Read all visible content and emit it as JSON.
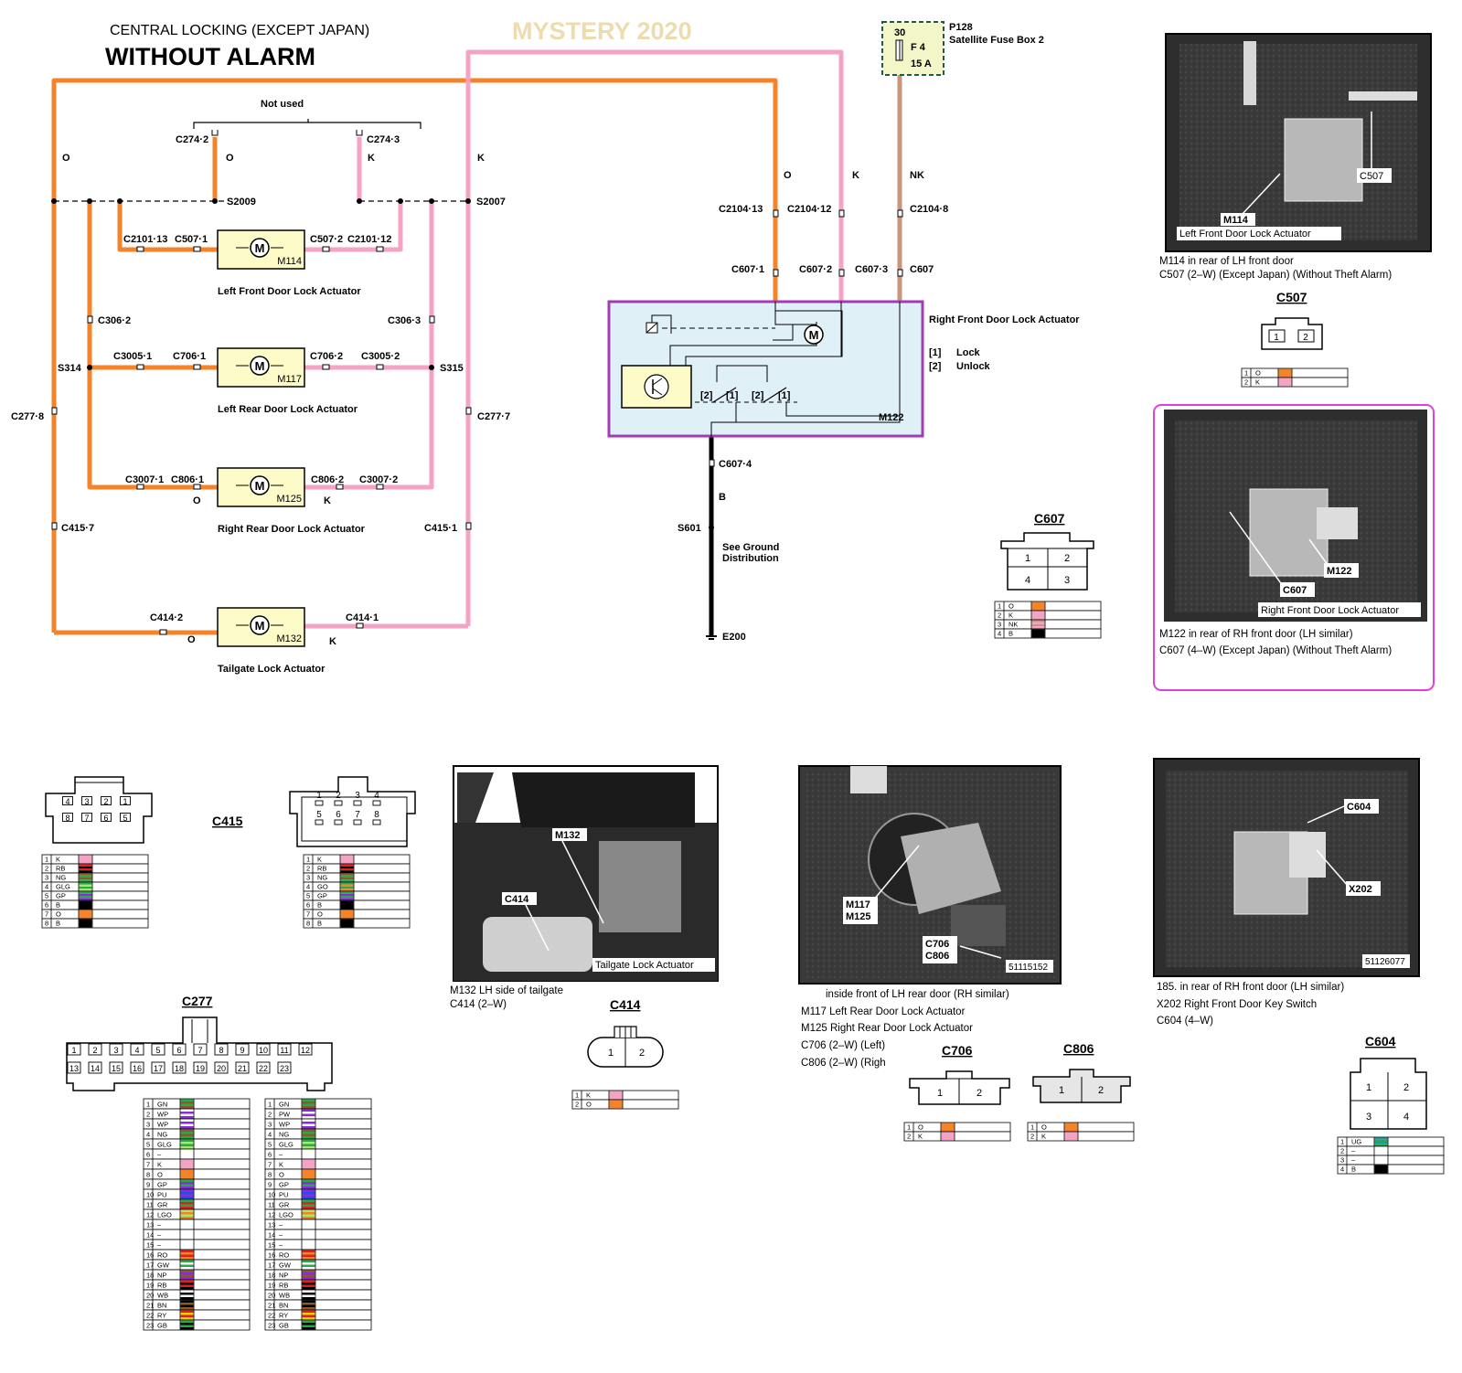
{
  "header": {
    "subtitle": "CENTRAL LOCKING (EXCEPT JAPAN)",
    "title": "WITHOUT ALARM",
    "watermark": "MYSTERY 2020"
  },
  "colors": {
    "O": "#f5832a",
    "K": "#f4a3c4",
    "NK": "#c9947a",
    "B": "#000000",
    "photo_frame_highlight": "#e040e0",
    "m122_fill": "#dff1f6",
    "m122_border": "#a23bb5",
    "actuator_fill": "#fdfbc8",
    "fuse_fill": "#f3f6c6",
    "fuse_border": "#1e5a52"
  },
  "wire_labels": {
    "o_left": "O",
    "k_left": "K",
    "o_top": "O",
    "k_top": "K",
    "nk": "NK",
    "o_c274": "O",
    "k_c274": "K",
    "o_m125": "O",
    "k_m125": "K",
    "o_m132": "O",
    "k_m132": "K",
    "b": "B"
  },
  "not_used": "Not used",
  "splices": {
    "s2009": "S2009",
    "s2007": "S2007",
    "s314": "S314",
    "s315": "S315",
    "s601": "S601"
  },
  "connectors_pins": {
    "c274_2": "C274·2",
    "c274_3": "C274·3",
    "c2101_13": "C2101·13",
    "c507_1": "C507·1",
    "c507_2": "C507·2",
    "c2101_12": "C2101·12",
    "c306_2": "C306·2",
    "c306_3": "C306·3",
    "c3005_1": "C3005·1",
    "c706_1": "C706·1",
    "c706_2": "C706·2",
    "c3005_2": "C3005·2",
    "c277_8": "C277·8",
    "c277_7": "C277·7",
    "c3007_1": "C3007·1",
    "c806_1": "C806·1",
    "c806_2": "C806·2",
    "c3007_2": "C3007·2",
    "c415_7": "C415·7",
    "c415_1": "C415·1",
    "c414_2": "C414·2",
    "c414_1": "C414·1",
    "c2104_13": "C2104·13",
    "c2104_12": "C2104·12",
    "c2104_8": "C2104·8",
    "c607_1": "C607·1",
    "c607_2": "C607·2",
    "c607_3": "C607·3",
    "c607": "C607",
    "c607_4": "C607·4"
  },
  "components": {
    "m114_code": "M114",
    "m114_name": "Left Front Door Lock Actuator",
    "m117_code": "M117",
    "m117_name": "Left Rear Door Lock Actuator",
    "m125_code": "M125",
    "m125_name": "Right Rear Door Lock Actuator",
    "m132_code": "M132",
    "m132_name": "Tailgate Lock Actuator",
    "m122_code": "M122",
    "m122_name": "Right Front Door Lock Actuator",
    "motor_symbol": "M"
  },
  "m122_legend": {
    "k1": "[1]",
    "v1": "Lock",
    "k2": "[2]",
    "v2": "Unlock"
  },
  "m122_switch_labels": [
    "[2]",
    "[1]",
    "[2]",
    "[1]"
  ],
  "fuse": {
    "pin": "30",
    "id": "F 4",
    "rating": "15 A",
    "code": "P128",
    "name": "Satellite Fuse Box 2"
  },
  "ground": {
    "note1": "See Ground",
    "note2": "Distribution",
    "code": "E200"
  },
  "photos": {
    "m114": {
      "callout_a": "C507",
      "callout_b": "M114",
      "label": "Left Front Door Lock Actuator",
      "caption1": "M114 in rear of LH front door",
      "caption2": "C507 (2–W) (Except Japan) (Without Theft Alarm)"
    },
    "m122": {
      "callout_a": "M122",
      "callout_b": "C607",
      "label": "Right Front Door Lock Actuator",
      "caption1": "M122  in rear of RH front door (LH similar)",
      "caption2": "C607 (4–W) (Except Japan) (Without Theft Alarm)"
    },
    "m132": {
      "callout_a": "M132",
      "callout_b": "C414",
      "label": "Tailgate Lock Actuator",
      "caption1": "M132 LH side of tailgate",
      "caption2": "C414 (2–W)"
    },
    "m117": {
      "callout_a": "M117",
      "callout_b": "M125",
      "callout_c": "C706",
      "callout_d": "C806",
      "ref": "51115152",
      "caption1": "inside front of LH rear door (RH similar)",
      "caption2": "M117 Left Rear Door Lock Actuator",
      "caption3": "M125 Right Rear Door Lock Actuator",
      "caption4": "C706 (2–W) (Left)",
      "caption5": "C806 (2–W) (Righ"
    },
    "c604": {
      "callout_a": "C604",
      "callout_b": "X202",
      "ref": "51126077",
      "caption1": "185. in rear of RH front door (LH similar)",
      "caption2": "X202 Right Front Door Key Switch",
      "caption3": "C604 (4–W)"
    }
  },
  "connector_views": {
    "c507": {
      "title": "C507",
      "pins": [
        "1",
        "2"
      ],
      "rows": [
        {
          "n": "1",
          "c": "O",
          "col": [
            "#f5832a"
          ]
        },
        {
          "n": "2",
          "c": "K",
          "col": [
            "#f4a3c4"
          ]
        }
      ]
    },
    "c607": {
      "title": "C607",
      "pins": [
        "1",
        "2",
        "4",
        "3"
      ],
      "rows": [
        {
          "n": "1",
          "c": "O",
          "col": [
            "#f5832a"
          ]
        },
        {
          "n": "2",
          "c": "K",
          "col": [
            "#f4a3c4"
          ]
        },
        {
          "n": "3",
          "c": "NK",
          "col": [
            "#c9947a",
            "#f4a3c4"
          ]
        },
        {
          "n": "4",
          "c": "B",
          "col": [
            "#000000"
          ]
        }
      ]
    },
    "c415": {
      "title": "C415",
      "pins_a": [
        "4",
        "3",
        "2",
        "1",
        "8",
        "7",
        "6",
        "5"
      ],
      "pins_b": [
        "1",
        "2",
        "3",
        "4",
        "5",
        "6",
        "7",
        "8"
      ],
      "rows": [
        {
          "n": "1",
          "c": "K",
          "col": [
            "#f4a3c4"
          ]
        },
        {
          "n": "2",
          "c": "RB",
          "col": [
            "#e02020",
            "#000000"
          ]
        },
        {
          "n": "3",
          "c": "NG",
          "col": [
            "#8b5a2b",
            "#2aa84a"
          ]
        },
        {
          "n": "4",
          "c": "GLG",
          "col": [
            "#2aa84a",
            "#a6e86a"
          ]
        },
        {
          "n": "5",
          "c": "GP",
          "col": [
            "#2aa84a",
            "#8a2be2"
          ]
        },
        {
          "n": "6",
          "c": "B",
          "col": [
            "#000000"
          ]
        },
        {
          "n": "7",
          "c": "O",
          "col": [
            "#f5832a"
          ]
        },
        {
          "n": "8",
          "c": "B",
          "col": [
            "#000000"
          ]
        }
      ],
      "rows_b": [
        {
          "n": "1",
          "c": "K",
          "col": [
            "#f4a3c4"
          ]
        },
        {
          "n": "2",
          "c": "RB",
          "col": [
            "#e02020",
            "#000000"
          ]
        },
        {
          "n": "3",
          "c": "NG",
          "col": [
            "#8b5a2b",
            "#2aa84a"
          ]
        },
        {
          "n": "4",
          "c": "GO",
          "col": [
            "#2aa84a",
            "#f5832a"
          ]
        },
        {
          "n": "5",
          "c": "GP",
          "col": [
            "#2aa84a",
            "#8a2be2"
          ]
        },
        {
          "n": "6",
          "c": "B",
          "col": [
            "#000000"
          ]
        },
        {
          "n": "7",
          "c": "O",
          "col": [
            "#f5832a"
          ]
        },
        {
          "n": "8",
          "c": "B",
          "col": [
            "#000000"
          ]
        }
      ]
    },
    "c414": {
      "title": "C414",
      "pins": [
        "1",
        "2"
      ],
      "rows": [
        {
          "n": "1",
          "c": "K",
          "col": [
            "#f4a3c4"
          ]
        },
        {
          "n": "2",
          "c": "O",
          "col": [
            "#f5832a"
          ]
        }
      ]
    },
    "c706": {
      "title": "C706",
      "pins": [
        "1",
        "2"
      ],
      "rows": [
        {
          "n": "1",
          "c": "O",
          "col": [
            "#f5832a"
          ]
        },
        {
          "n": "2",
          "c": "K",
          "col": [
            "#f4a3c4"
          ]
        }
      ]
    },
    "c806": {
      "title": "C806",
      "pins": [
        "1",
        "2"
      ],
      "rows": [
        {
          "n": "1",
          "c": "O",
          "col": [
            "#f5832a"
          ]
        },
        {
          "n": "2",
          "c": "K",
          "col": [
            "#f4a3c4"
          ]
        }
      ]
    },
    "c604": {
      "title": "C604",
      "pins": [
        "1",
        "2",
        "3",
        "4"
      ],
      "rows": [
        {
          "n": "1",
          "c": "UG",
          "col": [
            "#1a9aa8",
            "#2aa84a"
          ]
        },
        {
          "n": "2",
          "c": "–",
          "col": []
        },
        {
          "n": "3",
          "c": "–",
          "col": []
        },
        {
          "n": "4",
          "c": "B",
          "col": [
            "#000000"
          ]
        }
      ]
    },
    "c277": {
      "title": "C277",
      "pins_top": [
        "1",
        "2",
        "3",
        "4",
        "5",
        "6",
        "7",
        "8",
        "9",
        "10",
        "11",
        "12"
      ],
      "pins_bottom": [
        "13",
        "14",
        "15",
        "16",
        "17",
        "18",
        "19",
        "20",
        "21",
        "22",
        "23"
      ],
      "rows_a": [
        {
          "n": "1",
          "c": "GN",
          "col": [
            "#2aa84a",
            "#8b5a2b"
          ]
        },
        {
          "n": "2",
          "c": "WP",
          "col": [
            "#ffffff",
            "#8a2be2"
          ]
        },
        {
          "n": "3",
          "c": "WP",
          "col": [
            "#ffffff",
            "#8a2be2"
          ]
        },
        {
          "n": "4",
          "c": "NG",
          "col": [
            "#8b5a2b",
            "#2aa84a"
          ]
        },
        {
          "n": "5",
          "c": "GLG",
          "col": [
            "#2aa84a",
            "#a6e86a"
          ]
        },
        {
          "n": "6",
          "c": "–",
          "col": []
        },
        {
          "n": "7",
          "c": "K",
          "col": [
            "#f4a3c4"
          ]
        },
        {
          "n": "8",
          "c": "O",
          "col": [
            "#f5832a"
          ]
        },
        {
          "n": "9",
          "c": "GP",
          "col": [
            "#2aa84a",
            "#8a2be2"
          ]
        },
        {
          "n": "10",
          "c": "PU",
          "col": [
            "#8a2be2",
            "#2050e0"
          ]
        },
        {
          "n": "11",
          "c": "GR",
          "col": [
            "#2aa84a",
            "#e02020"
          ]
        },
        {
          "n": "12",
          "c": "LGO",
          "col": [
            "#a6e86a",
            "#f5832a"
          ]
        },
        {
          "n": "13",
          "c": "–",
          "col": []
        },
        {
          "n": "14",
          "c": "–",
          "col": []
        },
        {
          "n": "15",
          "c": "–",
          "col": []
        },
        {
          "n": "16",
          "c": "RO",
          "col": [
            "#e02020",
            "#f5832a"
          ]
        },
        {
          "n": "17",
          "c": "GW",
          "col": [
            "#2aa84a",
            "#ffffff"
          ]
        },
        {
          "n": "18",
          "c": "NP",
          "col": [
            "#8b5a2b",
            "#8a2be2"
          ]
        },
        {
          "n": "19",
          "c": "RB",
          "col": [
            "#e02020",
            "#000000"
          ]
        },
        {
          "n": "20",
          "c": "WB",
          "col": [
            "#ffffff",
            "#000000"
          ]
        },
        {
          "n": "21",
          "c": "BN",
          "col": [
            "#000000",
            "#8b5a2b"
          ]
        },
        {
          "n": "22",
          "c": "RY",
          "col": [
            "#e02020",
            "#f0d000"
          ]
        },
        {
          "n": "23",
          "c": "GB",
          "col": [
            "#2aa84a",
            "#000000"
          ]
        }
      ],
      "rows_b": [
        {
          "n": "1",
          "c": "GN",
          "col": [
            "#2aa84a",
            "#8b5a2b"
          ]
        },
        {
          "n": "2",
          "c": "PW",
          "col": [
            "#8a2be2",
            "#ffffff"
          ]
        },
        {
          "n": "3",
          "c": "WP",
          "col": [
            "#ffffff",
            "#8a2be2"
          ]
        },
        {
          "n": "4",
          "c": "NG",
          "col": [
            "#8b5a2b",
            "#2aa84a"
          ]
        },
        {
          "n": "5",
          "c": "GLG",
          "col": [
            "#2aa84a",
            "#a6e86a"
          ]
        },
        {
          "n": "6",
          "c": "–",
          "col": []
        },
        {
          "n": "7",
          "c": "K",
          "col": [
            "#f4a3c4"
          ]
        },
        {
          "n": "8",
          "c": "O",
          "col": [
            "#f5832a"
          ]
        },
        {
          "n": "9",
          "c": "GP",
          "col": [
            "#2aa84a",
            "#8a2be2"
          ]
        },
        {
          "n": "10",
          "c": "PU",
          "col": [
            "#8a2be2",
            "#2050e0"
          ]
        },
        {
          "n": "11",
          "c": "GR",
          "col": [
            "#2aa84a",
            "#e02020"
          ]
        },
        {
          "n": "12",
          "c": "LGO",
          "col": [
            "#a6e86a",
            "#f5832a"
          ]
        },
        {
          "n": "13",
          "c": "–",
          "col": []
        },
        {
          "n": "14",
          "c": "–",
          "col": []
        },
        {
          "n": "15",
          "c": "–",
          "col": []
        },
        {
          "n": "16",
          "c": "RO",
          "col": [
            "#e02020",
            "#f5832a"
          ]
        },
        {
          "n": "17",
          "c": "GW",
          "col": [
            "#2aa84a",
            "#ffffff"
          ]
        },
        {
          "n": "18",
          "c": "NP",
          "col": [
            "#8b5a2b",
            "#8a2be2"
          ]
        },
        {
          "n": "19",
          "c": "RB",
          "col": [
            "#e02020",
            "#000000"
          ]
        },
        {
          "n": "20",
          "c": "WB",
          "col": [
            "#ffffff",
            "#000000"
          ]
        },
        {
          "n": "21",
          "c": "BN",
          "col": [
            "#000000",
            "#8b5a2b"
          ]
        },
        {
          "n": "22",
          "c": "RY",
          "col": [
            "#e02020",
            "#f0d000"
          ]
        },
        {
          "n": "23",
          "c": "GB",
          "col": [
            "#2aa84a",
            "#000000"
          ]
        }
      ]
    }
  }
}
